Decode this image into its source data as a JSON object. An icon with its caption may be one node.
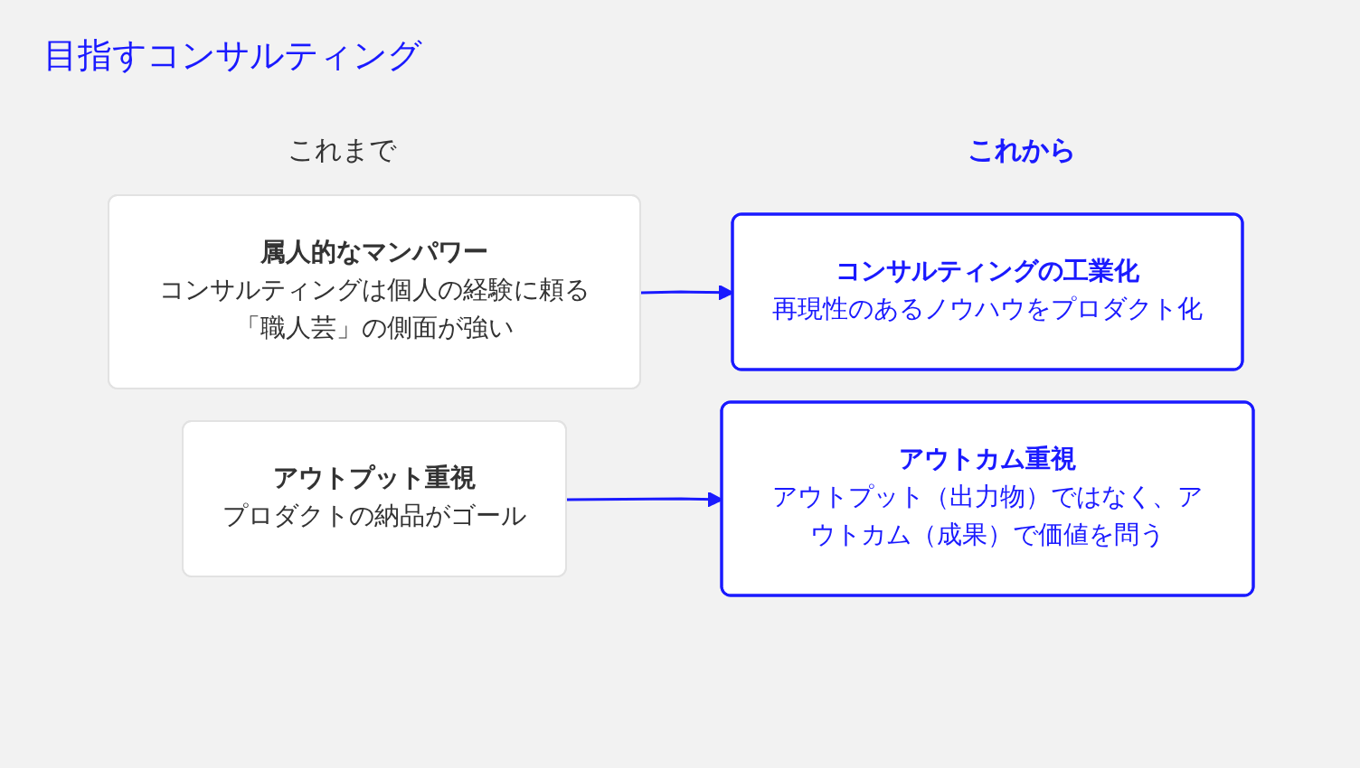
{
  "diagram": {
    "title": "目指すコンサルティング",
    "nodes": [
      {
        "text": [
          "属人的なマンパワー",
          "コンサルティングは個人の経験に頼る「職人芸」の側面が強い"
        ]
      },
      {
        "text": [
          "コンサルティングの工業化",
          "再現性のあるノウハウをプロダクト化"
        ]
      },
      {
        "text": [
          "アウトプット重視",
          "プロダクトの納品がゴール"
        ]
      },
      {
        "text": [
          "アウトカム重視",
          "アウトプット（出力物）ではなく、アウトカム（成果）で価値を問う"
        ]
      }
    ],
    "edges": [
      {
        "from": 0,
        "to": 1,
        "arrow": "to"
      },
      {
        "from": 2,
        "to": 3,
        "arrow": "to"
      }
    ],
    "labels": [
      "これまで",
      "これから"
    ]
  }
}
